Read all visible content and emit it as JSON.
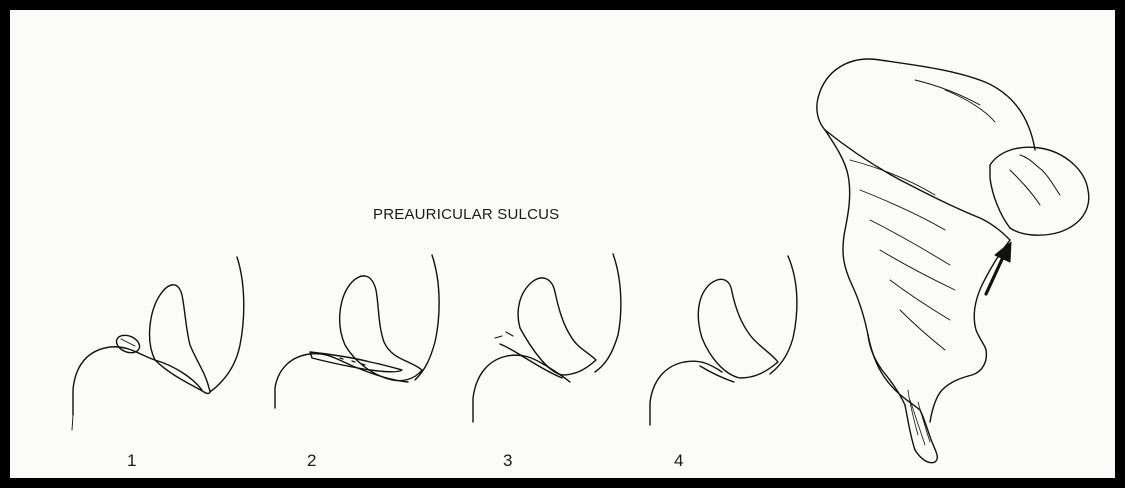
{
  "diagram": {
    "title": "PREAURICULAR SULCUS",
    "stage_labels": [
      "1",
      "2",
      "3",
      "4"
    ]
  }
}
